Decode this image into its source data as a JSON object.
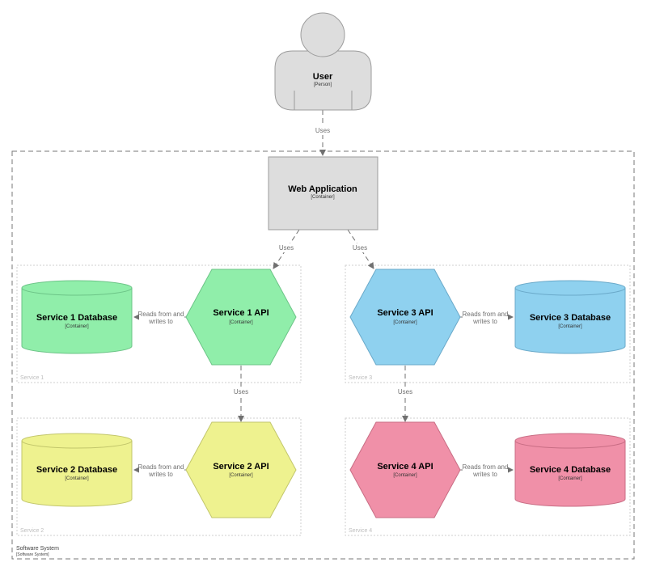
{
  "colors": {
    "person": "#dddddd",
    "web_app": "#dddddd",
    "service1": "#90eeaa",
    "service2": "#eef28f",
    "service3": "#8fd1ef",
    "service4": "#f090a8"
  },
  "person": {
    "name": "User",
    "type": "[Person]"
  },
  "web_app": {
    "name": "Web Application",
    "type": "[Container]"
  },
  "system_boundary": {
    "name": "Software System",
    "type": "[Software System]"
  },
  "groups": {
    "service1": "Service 1",
    "service2": "Service 2",
    "service3": "Service 3",
    "service4": "Service 4"
  },
  "containers": {
    "service1_api": {
      "name": "Service 1 API",
      "type": "[Container]"
    },
    "service1_db": {
      "name": "Service 1 Database",
      "type": "[Container]"
    },
    "service2_api": {
      "name": "Service 2 API",
      "type": "[Container]"
    },
    "service2_db": {
      "name": "Service 2 Database",
      "type": "[Container]"
    },
    "service3_api": {
      "name": "Service 3 API",
      "type": "[Container]"
    },
    "service3_db": {
      "name": "Service 3 Database",
      "type": "[Container]"
    },
    "service4_api": {
      "name": "Service 4 API",
      "type": "[Container]"
    },
    "service4_db": {
      "name": "Service 4 Database",
      "type": "[Container]"
    }
  },
  "relationships": {
    "user_web": "Uses",
    "web_s1": "Uses",
    "web_s3": "Uses",
    "s1_s2": "Uses",
    "s3_s4": "Uses",
    "reads_writes_1": "Reads from and",
    "reads_writes_2": "writes to"
  }
}
